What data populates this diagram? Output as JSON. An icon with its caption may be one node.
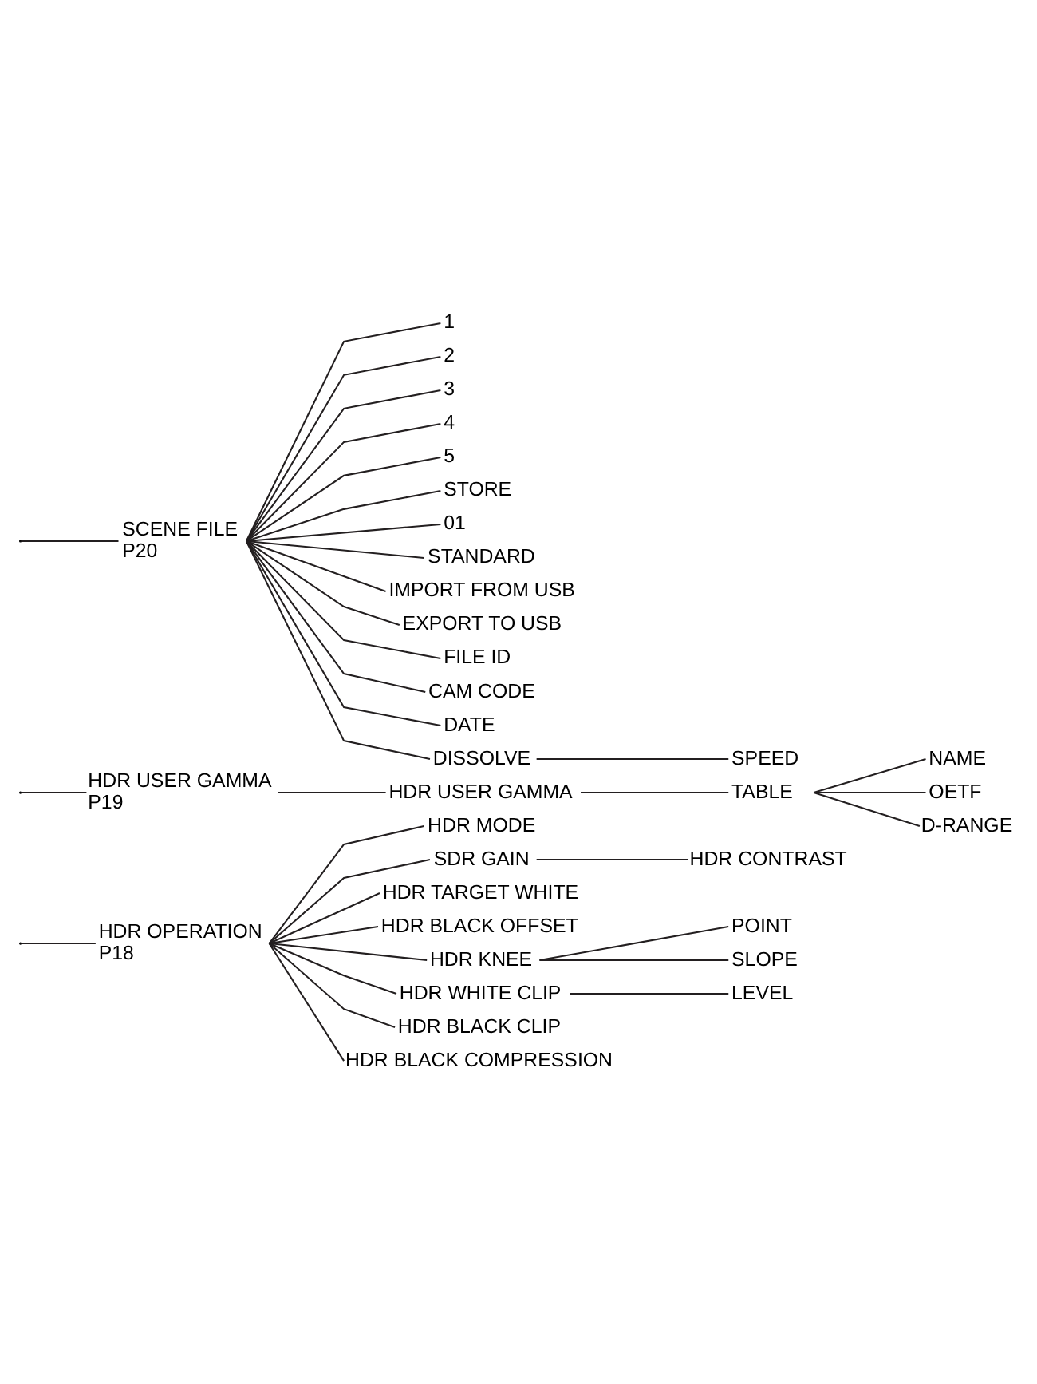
{
  "diagram": {
    "nodes": [
      {
        "text": [
          "HDR OPERATION",
          "P18"
        ]
      },
      {
        "text": [
          "HDR MODE"
        ]
      },
      {
        "text": [
          "SDR GAIN"
        ]
      },
      {
        "text": [
          "HDR CONTRAST"
        ]
      },
      {
        "text": [
          "HDR TARGET WHITE"
        ]
      },
      {
        "text": [
          "HDR BLACK OFFSET"
        ]
      },
      {
        "text": [
          "HDR KNEE"
        ]
      },
      {
        "text": [
          "POINT"
        ]
      },
      {
        "text": [
          "SLOPE"
        ]
      },
      {
        "text": [
          "HDR WHITE CLIP"
        ]
      },
      {
        "text": [
          "LEVEL"
        ]
      },
      {
        "text": [
          "HDR BLACK CLIP"
        ]
      },
      {
        "text": [
          "HDR BLACK COMPRESSION"
        ]
      },
      {
        "text": [
          "HDR USER GAMMA",
          "P19"
        ]
      },
      {
        "text": [
          "HDR USER GAMMA"
        ]
      },
      {
        "text": [
          "TABLE"
        ]
      },
      {
        "text": [
          "NAME"
        ]
      },
      {
        "text": [
          "OETF"
        ]
      },
      {
        "text": [
          "D-RANGE"
        ]
      },
      {
        "text": [
          "SCENE FILE",
          "P20"
        ]
      },
      {
        "text": [
          "1"
        ]
      },
      {
        "text": [
          "2"
        ]
      },
      {
        "text": [
          "3"
        ]
      },
      {
        "text": [
          "4"
        ]
      },
      {
        "text": [
          "5"
        ]
      },
      {
        "text": [
          "STORE"
        ]
      },
      {
        "text": [
          "01"
        ]
      },
      {
        "text": [
          "STANDARD"
        ]
      },
      {
        "text": [
          "IMPORT FROM USB"
        ]
      },
      {
        "text": [
          "EXPORT TO USB"
        ]
      },
      {
        "text": [
          "FILE ID"
        ]
      },
      {
        "text": [
          "CAM CODE"
        ]
      },
      {
        "text": [
          "DATE"
        ]
      },
      {
        "text": [
          "DISSOLVE"
        ]
      },
      {
        "text": [
          "SPEED"
        ]
      }
    ],
    "edges": [
      {
        "from": null,
        "to": 0,
        "arrow": "none"
      },
      {
        "from": null,
        "to": 13,
        "arrow": "none"
      },
      {
        "from": null,
        "to": 19,
        "arrow": "none"
      },
      {
        "from": 0,
        "to": 1,
        "arrow": "none"
      },
      {
        "from": 0,
        "to": 2,
        "arrow": "none"
      },
      {
        "from": 2,
        "to": 3,
        "arrow": "none"
      },
      {
        "from": 0,
        "to": 4,
        "arrow": "none"
      },
      {
        "from": 0,
        "to": 5,
        "arrow": "none"
      },
      {
        "from": 0,
        "to": 6,
        "arrow": "none"
      },
      {
        "from": 6,
        "to": 7,
        "arrow": "none"
      },
      {
        "from": 6,
        "to": 8,
        "arrow": "none"
      },
      {
        "from": 0,
        "to": 9,
        "arrow": "none"
      },
      {
        "from": 9,
        "to": 10,
        "arrow": "none"
      },
      {
        "from": 0,
        "to": 11,
        "arrow": "none"
      },
      {
        "from": 0,
        "to": 12,
        "arrow": "none"
      },
      {
        "from": 13,
        "to": 14,
        "arrow": "none"
      },
      {
        "from": 14,
        "to": 15,
        "arrow": "none"
      },
      {
        "from": 15,
        "to": 16,
        "arrow": "none"
      },
      {
        "from": 15,
        "to": 17,
        "arrow": "none"
      },
      {
        "from": 15,
        "to": 18,
        "arrow": "none"
      },
      {
        "from": 19,
        "to": 20,
        "arrow": "none"
      },
      {
        "from": 19,
        "to": 21,
        "arrow": "none"
      },
      {
        "from": 19,
        "to": 22,
        "arrow": "none"
      },
      {
        "from": 19,
        "to": 23,
        "arrow": "none"
      },
      {
        "from": 19,
        "to": 24,
        "arrow": "none"
      },
      {
        "from": 19,
        "to": 25,
        "arrow": "none"
      },
      {
        "from": 19,
        "to": 26,
        "arrow": "none"
      },
      {
        "from": 19,
        "to": 27,
        "arrow": "none"
      },
      {
        "from": 19,
        "to": 28,
        "arrow": "none"
      },
      {
        "from": 19,
        "to": 29,
        "arrow": "none"
      },
      {
        "from": 19,
        "to": 30,
        "arrow": "none"
      },
      {
        "from": 19,
        "to": 31,
        "arrow": "none"
      },
      {
        "from": 19,
        "to": 32,
        "arrow": "none"
      },
      {
        "from": 19,
        "to": 33,
        "arrow": "none"
      },
      {
        "from": 33,
        "to": 34,
        "arrow": "none"
      }
    ]
  }
}
